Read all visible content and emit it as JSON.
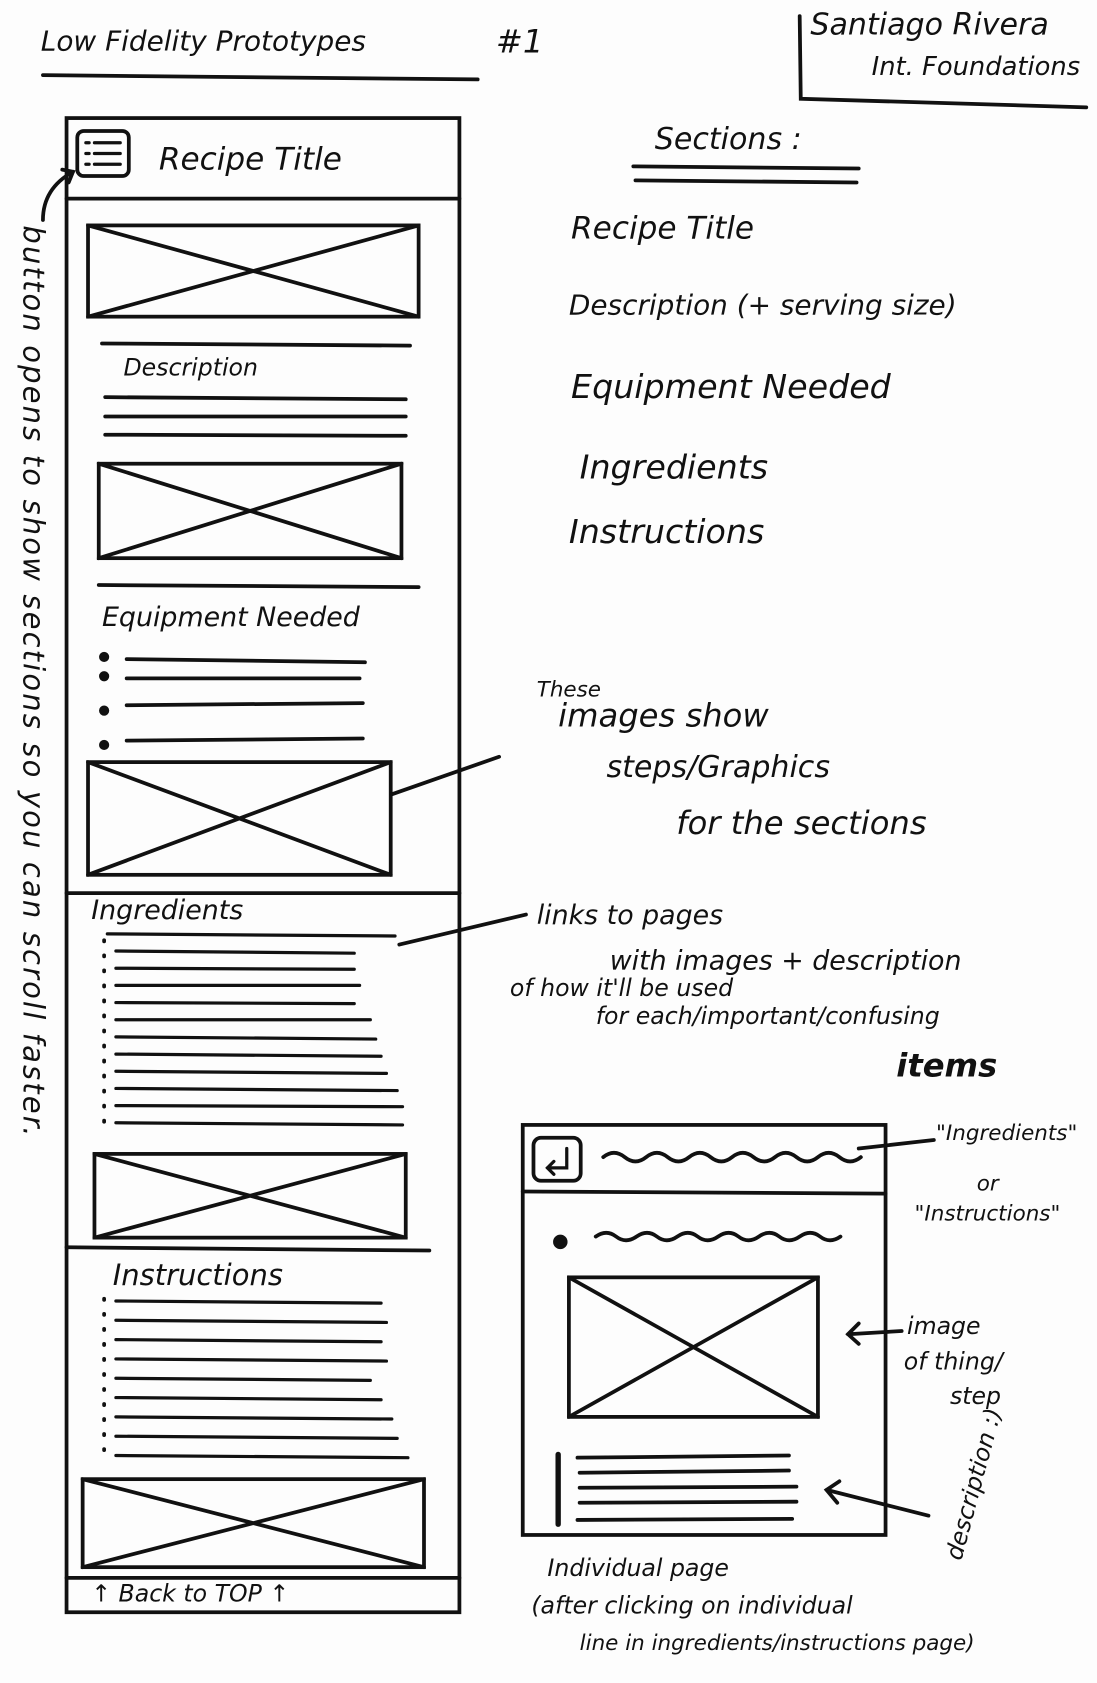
{
  "header": {
    "title": "Low Fidelity Prototypes",
    "number": "#1",
    "author": "Santiago Rivera",
    "course": "Int. Foundations"
  },
  "phone": {
    "menu_icon": "list-menu-icon",
    "title": "Recipe Title",
    "sections": {
      "description": "Description",
      "equipment": "Equipment Needed",
      "ingredients": "Ingredients",
      "instructions": "Instructions"
    },
    "back_to_top": "↑ Back to TOP ↑"
  },
  "side_note": "button opens to show sections so you can scroll faster.",
  "sections_list": {
    "heading": "Sections :",
    "items": [
      "Recipe Title",
      "Description (+ serving size)",
      "Equipment Needed",
      "Ingredients",
      "Instructions"
    ]
  },
  "annotations": {
    "images": [
      "These",
      "images show",
      "steps/Graphics",
      "for the sections"
    ],
    "links": [
      "links to pages",
      "with images + description",
      "of how it'll be used",
      "for each/important/confusing",
      "items"
    ]
  },
  "individual_page": {
    "back_icon": "back-arrow-icon",
    "header_note": [
      "\"Ingredients\"",
      "or",
      "\"Instructions\""
    ],
    "image_note": [
      "image",
      "of thing/",
      "step"
    ],
    "description_note": "description :)",
    "caption": [
      "Individual page",
      "(after clicking on individual",
      "line in ingredients/instructions page)"
    ]
  },
  "colors": {
    "ink": "#111111",
    "paper": "#fdfdfd"
  }
}
